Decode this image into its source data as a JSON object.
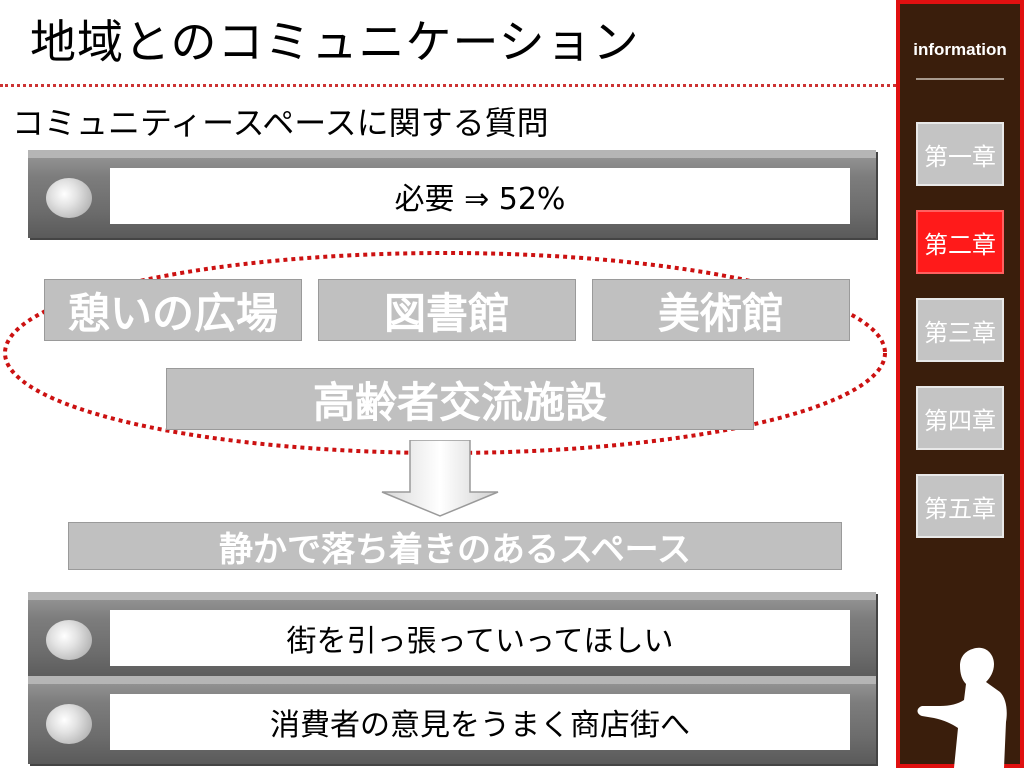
{
  "title": "地域とのコミュニケーション",
  "subtitle": "コミュニティースペースに関する質問",
  "top_bar": {
    "text": "必要 ⇒ 52%"
  },
  "options": [
    "憩いの広場",
    "図書館",
    "美術館",
    "高齢者交流施設"
  ],
  "result": "静かで落ち着きのあるスペース",
  "bottom_bars": [
    {
      "text": "街を引っ張っていってほしい"
    },
    {
      "text": "消費者の意見をうまく商店街へ"
    }
  ],
  "sidebar": {
    "label": "information",
    "chapters": [
      {
        "label": "第一章",
        "active": false
      },
      {
        "label": "第二章",
        "active": true
      },
      {
        "label": "第三章",
        "active": false
      },
      {
        "label": "第四章",
        "active": false
      },
      {
        "label": "第五章",
        "active": false
      }
    ]
  },
  "colors": {
    "accent_red": "#e01010",
    "sidebar_bg": "#3a1e0c",
    "option_gray": "#c0c0c0",
    "dotted_red": "#cc1111"
  }
}
